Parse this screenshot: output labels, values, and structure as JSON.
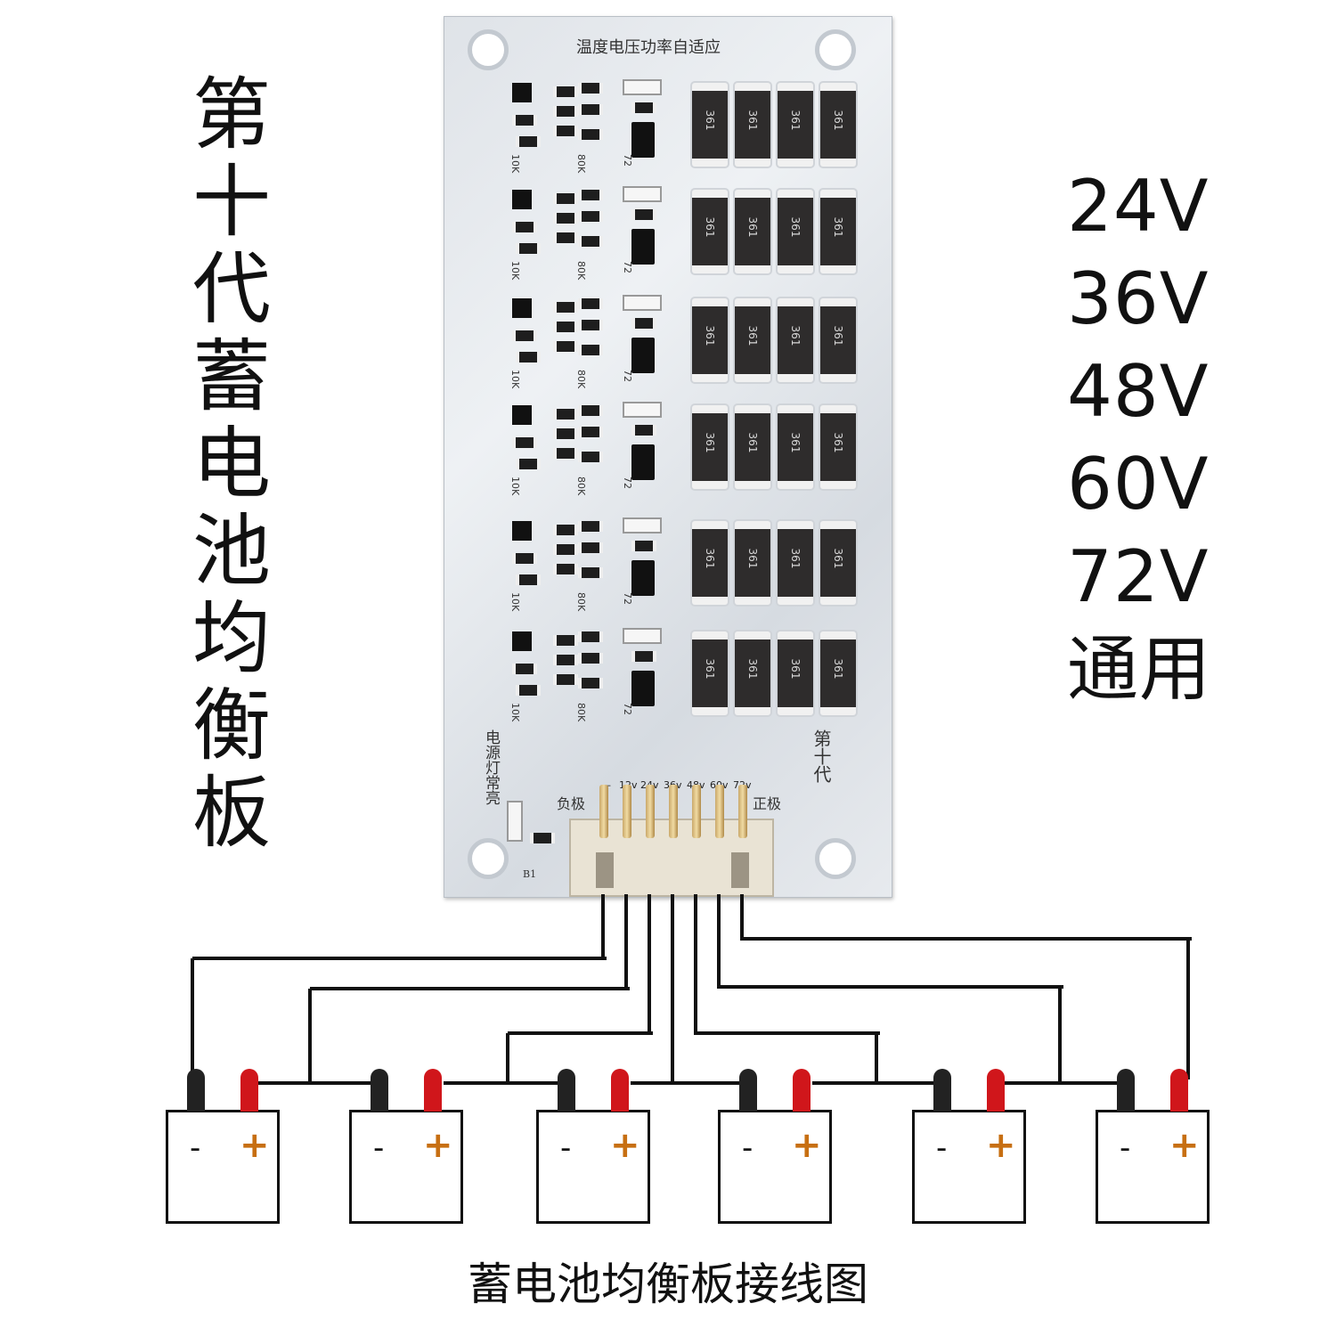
{
  "title_vertical": [
    "第",
    "十",
    "代",
    "蓄",
    "电",
    "池",
    "均",
    "衡",
    "板"
  ],
  "voltages": [
    "24V",
    "36V",
    "48V",
    "60V",
    "72V",
    "通用"
  ],
  "pcb": {
    "top_label": "温度电压功率自适应",
    "generation_label": "第十代",
    "power_led_label": "电源灯常亮",
    "negative_label": "负极",
    "positive_label": "正极",
    "pin_labels": [
      "—",
      "12v",
      "24v",
      "36v",
      "48v",
      "60v",
      "72v"
    ],
    "resistor_marking": "361",
    "component_labels": [
      "10K",
      "80K",
      "72"
    ],
    "led_label": "B1"
  },
  "battery_signs": {
    "negative": "-",
    "positive": "+"
  },
  "colors": {
    "pcb": "#e3e6ea",
    "terminal_negative": "#222222",
    "terminal_positive": "#d0161b",
    "plus_sign": "#c76f12",
    "wire": "#111111"
  },
  "caption": "蓄电池均衡板接线图"
}
